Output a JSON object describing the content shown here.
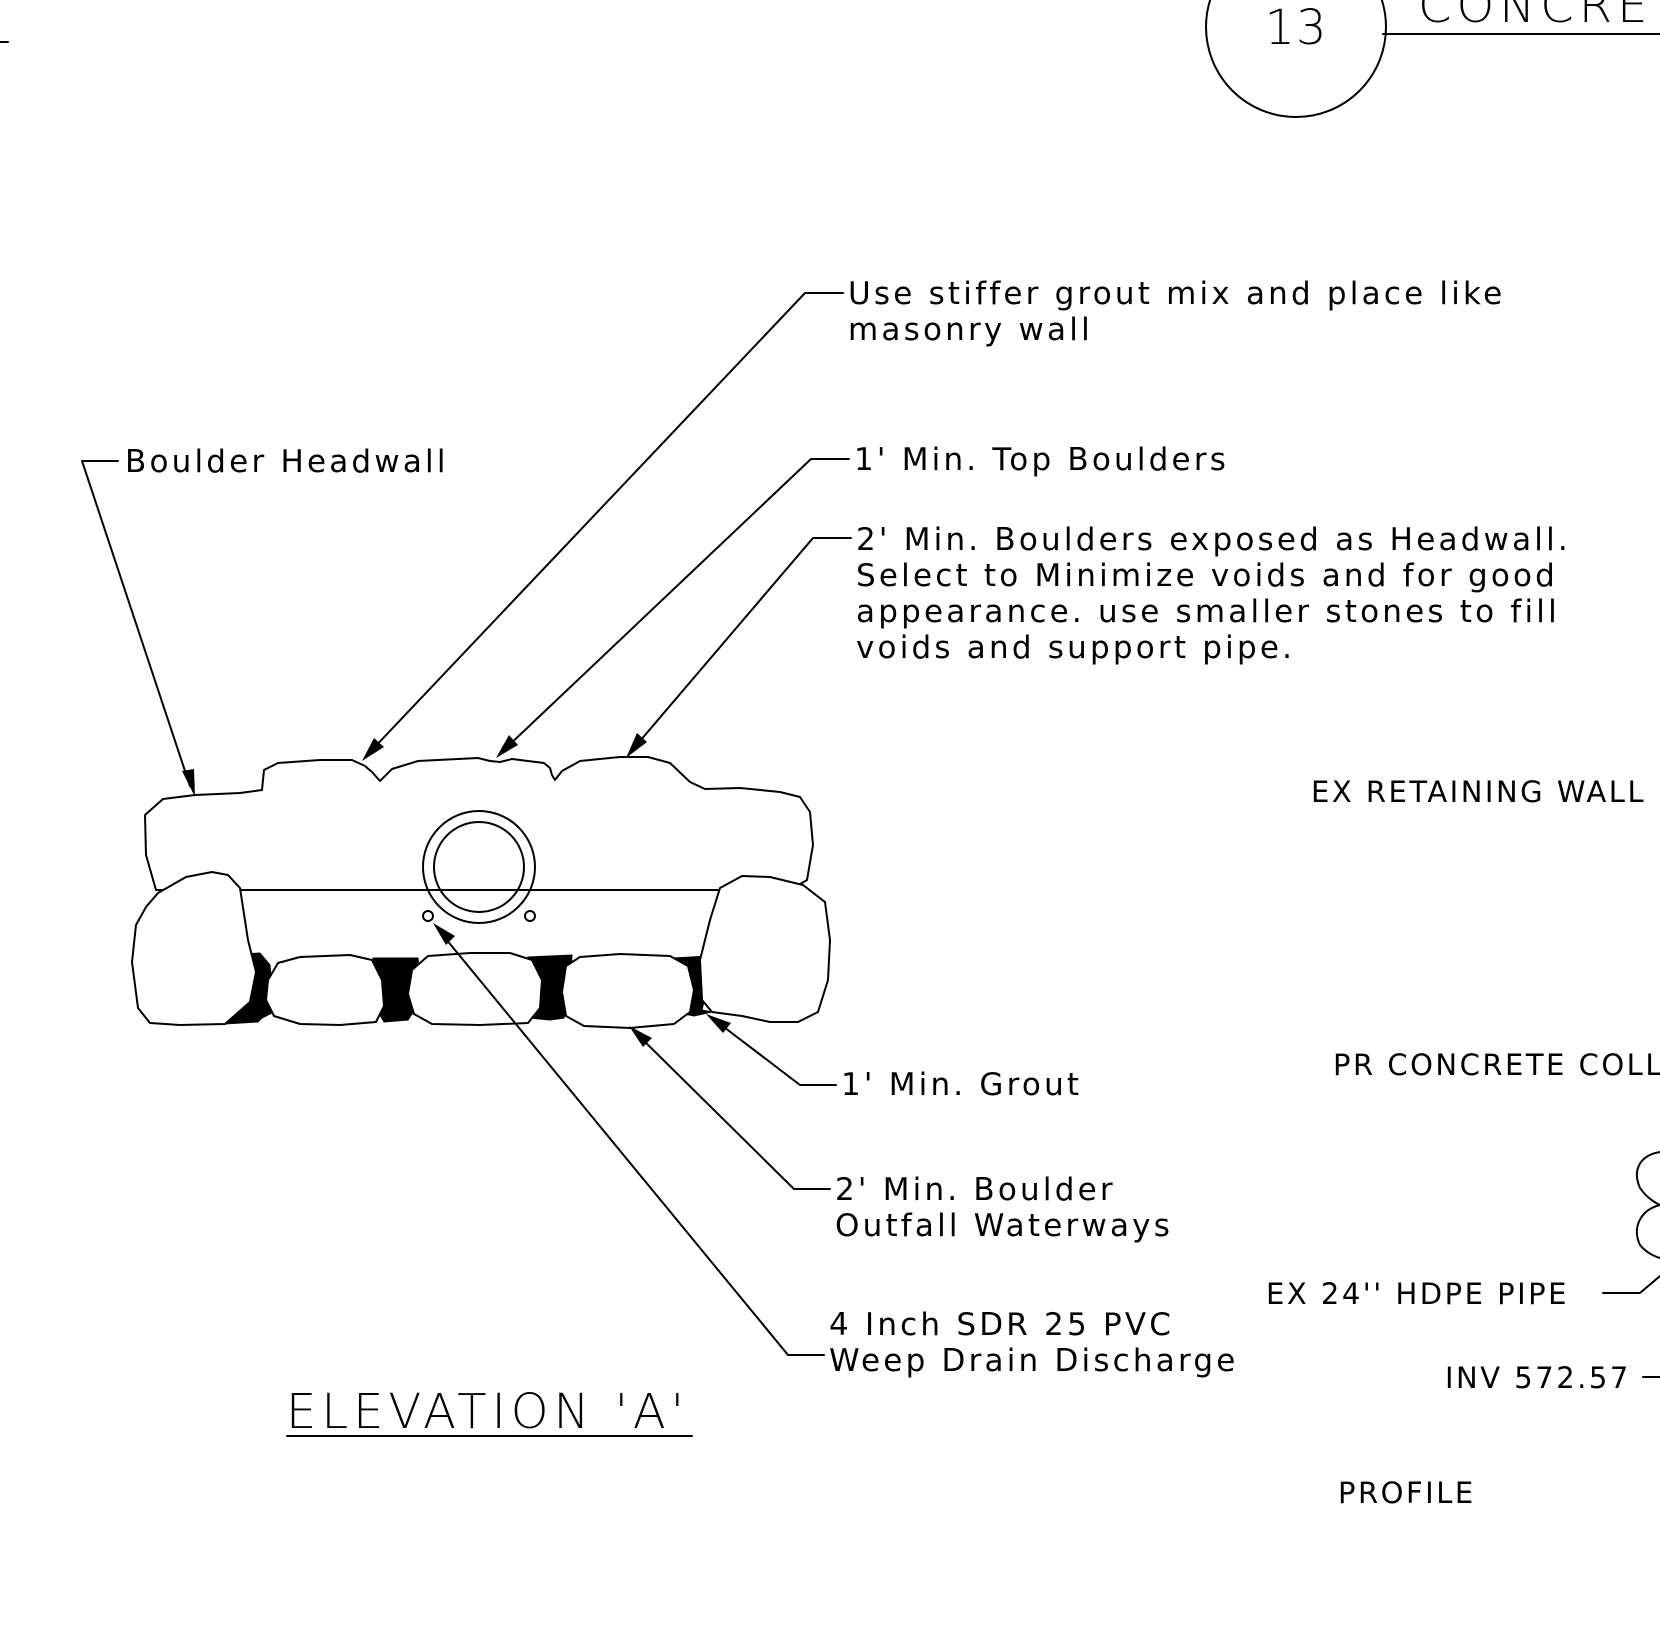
{
  "detail_callout": {
    "number": "13",
    "title_fragment": "CONCRET"
  },
  "elevation": {
    "title": "ELEVATION 'A'",
    "labels": {
      "boulder_headwall": "Boulder Headwall",
      "stiffer_grout": [
        "Use stiffer grout mix and place like",
        "masonry wall"
      ],
      "top_boulders": "1' Min. Top Boulders",
      "boulders_exposed": [
        "2' Min. Boulders exposed as Headwall.",
        "Select to Minimize voids and for good",
        "appearance.  use smaller stones to fill",
        "voids and support pipe."
      ],
      "grout": "1' Min. Grout",
      "outfall_boulder": [
        "2' Min. Boulder",
        "Outfall Waterways"
      ],
      "weep_drain": [
        "4 Inch SDR 25 PVC",
        "Weep Drain Discharge"
      ]
    }
  },
  "profile": {
    "title": "PROFILE",
    "labels": {
      "retaining_wall": "EX RETAINING WALL",
      "concrete_collar": "PR CONCRETE COLL",
      "hdpe_pipe": "EX 24'' HDPE PIPE",
      "invert": "INV 572.57"
    }
  }
}
